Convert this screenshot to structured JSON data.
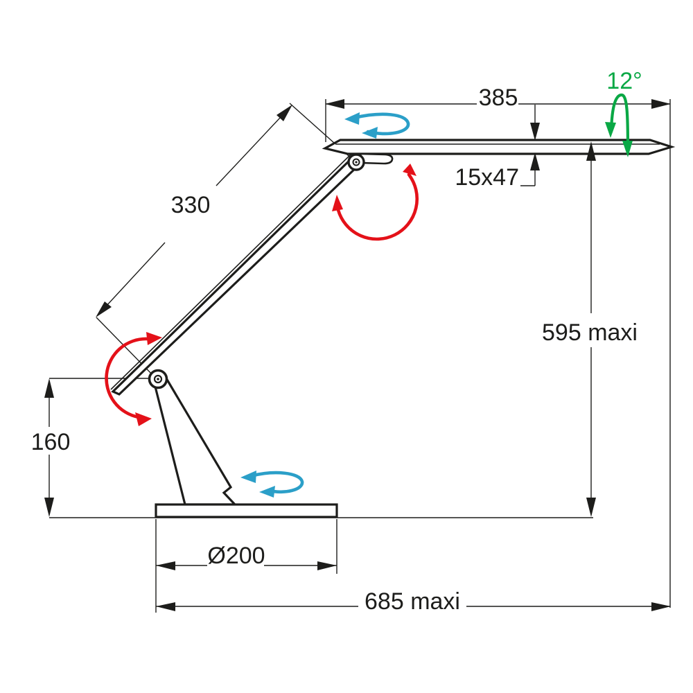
{
  "diagram": {
    "type": "technical-drawing",
    "subject": "articulated desk lamp side view with dimension annotations",
    "dimensions": {
      "head_length": "385",
      "head_tilt_angle": "12°",
      "head_section": "15x47",
      "arm_length": "330",
      "max_height": "595 maxi",
      "lower_arm_height": "160",
      "base_diameter": "Ø200",
      "max_reach": "685 maxi"
    },
    "colors": {
      "line": "#1d1d1b",
      "rotation_arrow": "#e41119",
      "swivel_arrow": "#2b9fc8",
      "tilt_arrow": "#0aa845",
      "background": "#ffffff"
    }
  }
}
